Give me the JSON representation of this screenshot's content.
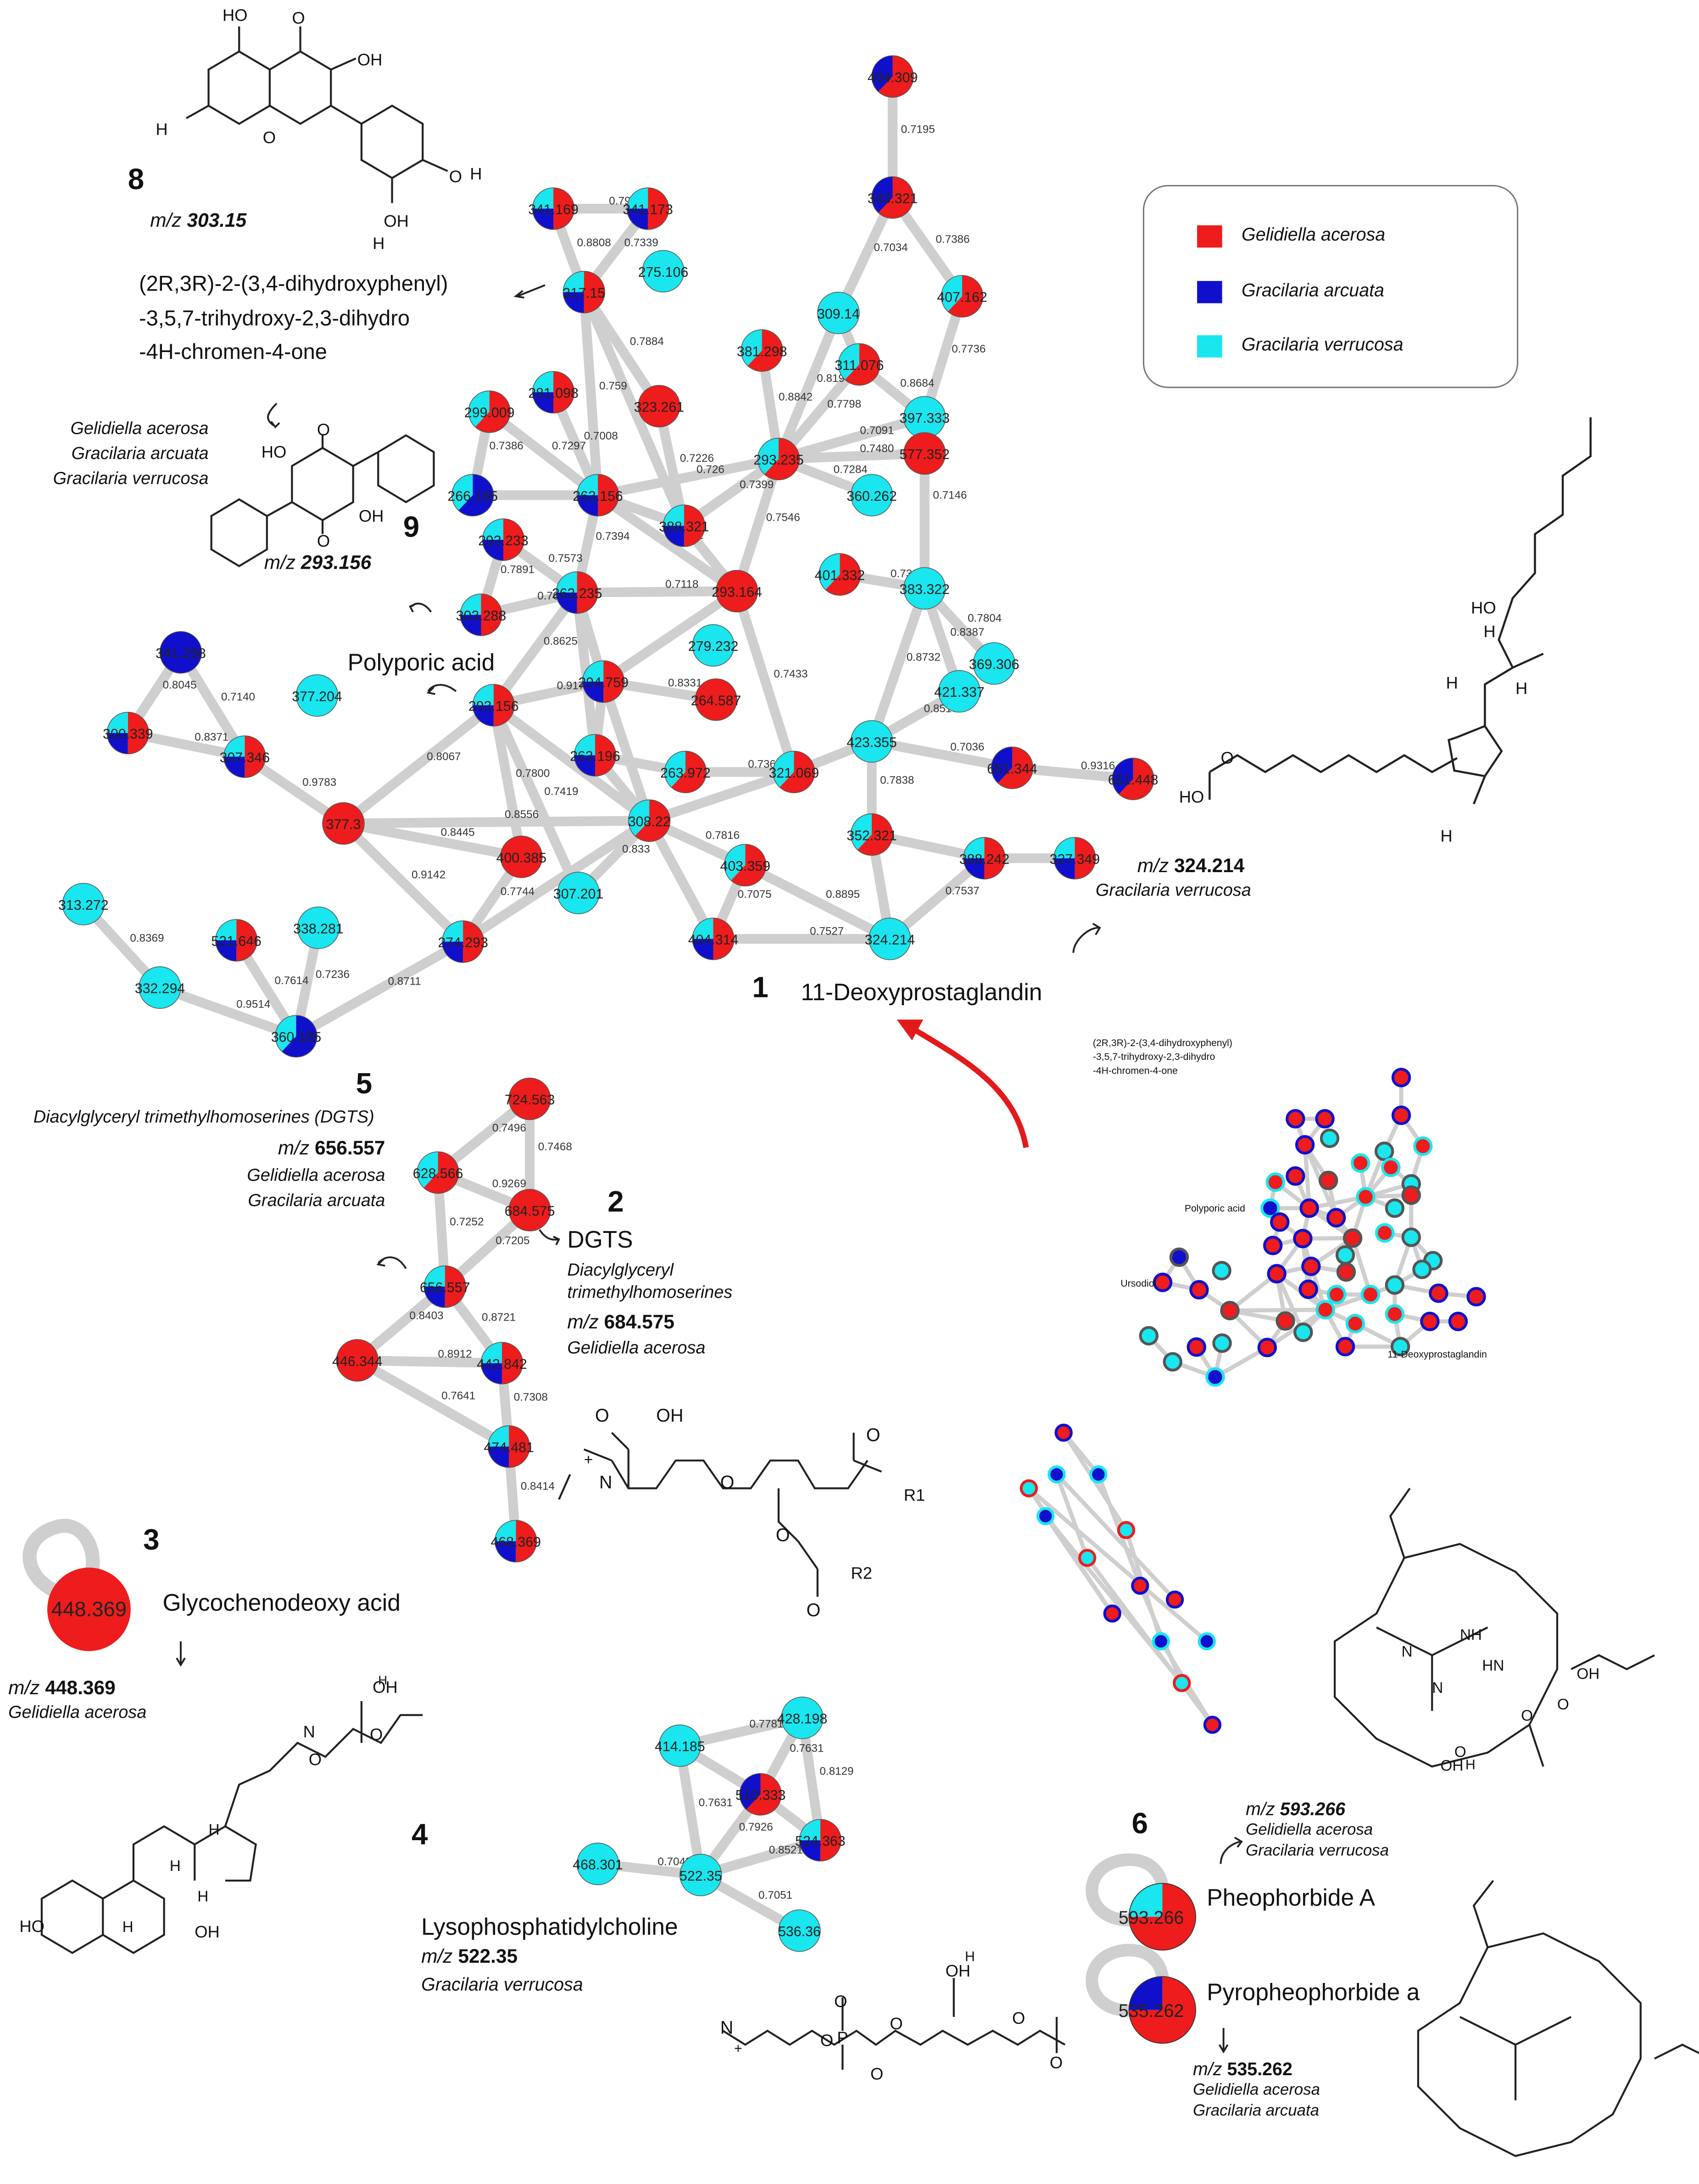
{
  "colors": {
    "gel": "#ee1c1c",
    "arc": "#1010cc",
    "ver": "#19e6ee",
    "edge": "#cfcfcf",
    "arrow": "#e31a1c"
  },
  "legend": [
    {
      "label": "Gelidiella acerosa",
      "color": "#ee1c1c"
    },
    {
      "label": "Gracilaria arcuata",
      "color": "#1010cc"
    },
    {
      "label": "Gracilaria verrucosa",
      "color": "#19e6ee"
    }
  ],
  "annotations": {
    "c8": {
      "num": "8",
      "mz_prefix": "m/z",
      "mz": "303.15",
      "name_lines": [
        "(2R,3R)-2-(3,4-dihydroxyphenyl)",
        "-3,5,7-trihydroxy-2,3-dihydro",
        "-4H-chromen-4-one"
      ],
      "species": [
        "Gelidiella acerosa",
        "Gracilaria arcuata",
        "Gracilaria verrucosa"
      ]
    },
    "c9": {
      "num": "9",
      "mz_prefix": "m/z",
      "mz": "293.156",
      "name": "Polyporic acid"
    },
    "c1": {
      "num": "1",
      "name": "11-Deoxyprostaglandin",
      "mz_prefix": "m/z",
      "mz": "324.214",
      "species": [
        "Gracilaria verrucosa"
      ]
    },
    "c5": {
      "num": "5",
      "title": "Diacylglyceryl trimethylhomoserines (DGTS)",
      "mz_prefix": "m/z",
      "mz": "656.557",
      "species": [
        "Gelidiella acerosa",
        "Gracilaria arcuata"
      ]
    },
    "c2": {
      "num": "2",
      "name": "DGTS",
      "sub": [
        "Diacylglyceryl",
        "trimethylhomoserines"
      ],
      "mz_prefix": "m/z",
      "mz": "684.575",
      "species": [
        "Gelidiella acerosa"
      ]
    },
    "c3": {
      "num": "3",
      "node": "448.369",
      "name": "Glycochenodeoxy acid",
      "mz_prefix": "m/z",
      "mz": "448.369",
      "species": [
        "Gelidiella acerosa"
      ]
    },
    "c4": {
      "num": "4",
      "name": "Lysophosphatidylcholine",
      "mz_prefix": "m/z",
      "mz": "522.35",
      "species": [
        "Gracilaria verrucosa"
      ]
    },
    "c6": {
      "num": "6",
      "node1": "593.266",
      "name1": "Pheophorbide A",
      "mz1_prefix": "m/z",
      "mz1": "593.266",
      "species1": [
        "Gelidiella acerosa",
        "Gracilaria verrucosa"
      ],
      "node2": "535.262",
      "name2": "Pyropheophorbide a",
      "mz2_prefix": "m/z",
      "mz2": "535.262",
      "species2": [
        "Gelidiella acerosa",
        "Gracilaria arcuata"
      ]
    },
    "overview": {
      "name_lines": [
        "(2R,3R)-2-(3,4-dihydroxyphenyl)",
        "-3,5,7-trihydroxy-2,3-dihydro",
        "-4H-chromen-4-one"
      ],
      "labels": [
        "Polyporic acid",
        "Ursodiol",
        "11-Deoxyprostaglandin"
      ]
    }
  },
  "structure_text": {
    "dgts": [
      "OH",
      "O",
      "N",
      "+",
      "O",
      "O",
      "R1",
      "O",
      "R2",
      "O"
    ],
    "lpc": [
      "O",
      "O",
      "P",
      "O",
      "O",
      "N",
      "+",
      "OH",
      "H",
      "O",
      "O"
    ],
    "flavanone": [
      "HO",
      "H",
      "O",
      "OH",
      "O",
      "H",
      "O",
      "OH",
      "H"
    ],
    "quinone": [
      "HO",
      "O",
      "O",
      "OH"
    ],
    "prostaglandin": [
      "HO",
      "H",
      "O",
      "H",
      "H",
      "HO",
      "H"
    ],
    "bile": [
      "OH",
      "O",
      "H",
      "N",
      "O",
      "H",
      "H",
      "H",
      "HO",
      "H",
      "OH"
    ],
    "chlorin": [
      "NH",
      "N",
      "N",
      "HN",
      "O",
      "OH",
      "O",
      "O",
      "OH",
      "H"
    ]
  },
  "network": {
    "nodes": [
      [
        "A1",
        "404.309",
        642,
        55,
        "GA",
        ""
      ],
      [
        "A2",
        "343.321",
        642,
        142,
        "GA",
        ""
      ],
      [
        "A3",
        "407.162",
        692,
        213,
        "GV",
        ""
      ],
      [
        "A4",
        "309.14",
        603,
        225,
        "V",
        ""
      ],
      [
        "A5",
        "311.076",
        618,
        262,
        "GV",
        ""
      ],
      [
        "A6",
        "397.333",
        665,
        300,
        "V",
        ""
      ],
      [
        "A7",
        "577.352",
        665,
        326,
        "G",
        ""
      ],
      [
        "A8",
        "360.262",
        627,
        356,
        "V",
        ""
      ],
      [
        "A9",
        "381.298",
        548,
        252,
        "GV",
        ""
      ],
      [
        "A10",
        "293.235",
        560,
        330,
        "GV",
        ""
      ],
      [
        "A11",
        "323.261",
        474,
        292,
        "G",
        ""
      ],
      [
        "A12",
        "275.106",
        477,
        195,
        "V",
        ""
      ],
      [
        "A13",
        "317.15",
        420,
        210,
        "GAV",
        ""
      ],
      [
        "A14",
        "341.169",
        398,
        150,
        "GAV",
        ""
      ],
      [
        "A15",
        "341.173",
        466,
        150,
        "GAV",
        ""
      ],
      [
        "A16",
        "281.098",
        398,
        282,
        "GAV",
        ""
      ],
      [
        "A17",
        "299.009",
        352,
        296,
        "GV",
        ""
      ],
      [
        "A18",
        "266.165",
        340,
        356,
        "AV",
        ""
      ],
      [
        "A19",
        "263.156",
        430,
        356,
        "GAV",
        ""
      ],
      [
        "A20",
        "388.321",
        492,
        378,
        "GAV",
        ""
      ],
      [
        "A21",
        "293.233",
        362,
        388,
        "GAV",
        ""
      ],
      [
        "A22",
        "303.288",
        346,
        442,
        "GAV",
        ""
      ],
      [
        "A23",
        "263.235",
        415,
        426,
        "GAV",
        ""
      ],
      [
        "A24",
        "293.164",
        530,
        425,
        "G",
        ""
      ],
      [
        "A25",
        "279.232",
        513,
        464,
        "V",
        ""
      ],
      [
        "A26",
        "401.332",
        604,
        413,
        "GV",
        ""
      ],
      [
        "A27",
        "383.322",
        665,
        423,
        "V",
        ""
      ],
      [
        "A28",
        "369.306",
        715,
        477,
        "V",
        ""
      ],
      [
        "A29",
        "421.337",
        690,
        497,
        "V",
        ""
      ],
      [
        "A30",
        "423.355",
        627,
        533,
        "V",
        ""
      ],
      [
        "A31",
        "264.587",
        515,
        503,
        "G",
        ""
      ],
      [
        "A32",
        "294.759",
        434,
        490,
        "GAV",
        ""
      ],
      [
        "A33",
        "293.156",
        355,
        507,
        "GAV",
        ""
      ],
      [
        "A34",
        "341.298",
        130,
        469,
        "A",
        ""
      ],
      [
        "A35",
        "377.204",
        228,
        500,
        "V",
        ""
      ],
      [
        "A36",
        "300.339",
        92,
        527,
        "GAV",
        ""
      ],
      [
        "A37",
        "307.346",
        176,
        544,
        "GAV",
        ""
      ],
      [
        "A38",
        "377.3",
        247,
        592,
        "G",
        ""
      ],
      [
        "A39",
        "263.196",
        428,
        543,
        "GAV",
        ""
      ],
      [
        "A40",
        "263.972",
        493,
        555,
        "GV",
        ""
      ],
      [
        "A41",
        "321.069",
        571,
        555,
        "GV",
        ""
      ],
      [
        "A42",
        "308.22",
        467,
        590,
        "GV",
        ""
      ],
      [
        "A43",
        "400.385",
        375,
        616,
        "G",
        ""
      ],
      [
        "A44",
        "352.321",
        627,
        600,
        "GV",
        ""
      ],
      [
        "A45",
        "651.344",
        728,
        552,
        "GA",
        ""
      ],
      [
        "A46",
        "651.448",
        815,
        560,
        "GA",
        ""
      ],
      [
        "A47",
        "388.242",
        708,
        617,
        "GAV",
        ""
      ],
      [
        "A48",
        "327.349",
        773,
        617,
        "GAV",
        ""
      ],
      [
        "A49",
        "403.359",
        536,
        622,
        "GV",
        ""
      ],
      [
        "A50",
        "307.201",
        416,
        642,
        "V",
        ""
      ],
      [
        "A51",
        "404.314",
        513,
        675,
        "GAV",
        ""
      ],
      [
        "A52",
        "324.214",
        640,
        675,
        "V",
        ""
      ],
      [
        "A53",
        "313.272",
        60,
        650,
        "V",
        ""
      ],
      [
        "A54",
        "521.646",
        170,
        676,
        "GAV",
        ""
      ],
      [
        "A55",
        "338.281",
        229,
        667,
        "V",
        ""
      ],
      [
        "A56",
        "332.294",
        115,
        710,
        "V",
        ""
      ],
      [
        "A57",
        "274.293",
        333,
        677,
        "GAV",
        ""
      ],
      [
        "A58",
        "360.185",
        213,
        745,
        "AV",
        ""
      ],
      [
        "B1",
        "724.563",
        381,
        790,
        "G",
        ""
      ],
      [
        "B2",
        "628.566",
        315,
        843,
        "GV",
        ""
      ],
      [
        "B3",
        "684.575",
        381,
        870,
        "G",
        ""
      ],
      [
        "B4",
        "656.557",
        320,
        925,
        "GAV",
        ""
      ],
      [
        "B5",
        "446.344",
        257,
        978,
        "G",
        ""
      ],
      [
        "B6",
        "442.842",
        361,
        980,
        "GAV",
        ""
      ],
      [
        "B7",
        "474.481",
        366,
        1040,
        "GAV",
        ""
      ],
      [
        "B8",
        "468.369",
        371,
        1108,
        "GAV",
        ""
      ],
      [
        "D1",
        "414.185",
        489,
        1255,
        "V",
        ""
      ],
      [
        "D2",
        "428.198",
        577,
        1235,
        "V",
        ""
      ],
      [
        "D3",
        "510.333",
        547,
        1290,
        "GA",
        ""
      ],
      [
        "D4",
        "524.363",
        590,
        1323,
        "GAV",
        ""
      ],
      [
        "D5",
        "468.301",
        430,
        1340,
        "V",
        ""
      ],
      [
        "D6",
        "522.35",
        504,
        1348,
        "V",
        ""
      ],
      [
        "D7",
        "536.36",
        575,
        1388,
        "V",
        ""
      ]
    ],
    "edges": [
      [
        "A1",
        "A2",
        "0.7195"
      ],
      [
        "A2",
        "A3",
        "0.7386"
      ],
      [
        "A2",
        "A4",
        "0.7034"
      ],
      [
        "A3",
        "A6",
        "0.7736"
      ],
      [
        "A4",
        "A5",
        ""
      ],
      [
        "A5",
        "A6",
        "0.8684"
      ],
      [
        "A5",
        "A10",
        "0.7798"
      ],
      [
        "A4",
        "A10",
        "0.8197"
      ],
      [
        "A9",
        "A10",
        "0.8842"
      ],
      [
        "A10",
        "A6",
        "0.7091"
      ],
      [
        "A10",
        "A7",
        "0.7480"
      ],
      [
        "A10",
        "A8",
        "0.7284"
      ],
      [
        "A10",
        "A20",
        "0.7399"
      ],
      [
        "A10",
        "A19",
        "0.726"
      ],
      [
        "A10",
        "A24",
        "0.7546"
      ],
      [
        "A14",
        "A15",
        "0.7915"
      ],
      [
        "A14",
        "A13",
        "0.8808"
      ],
      [
        "A15",
        "A13",
        "0.7339"
      ],
      [
        "A13",
        "A11",
        "0.7884"
      ],
      [
        "A13",
        "A19",
        "0.759"
      ],
      [
        "A13",
        "A20",
        ""
      ],
      [
        "A16",
        "A19",
        "0.7008"
      ],
      [
        "A17",
        "A19",
        "0.7297"
      ],
      [
        "A18",
        "A19",
        ""
      ],
      [
        "A17",
        "A18",
        "0.7386"
      ],
      [
        "A11",
        "A20",
        "0.7226"
      ],
      [
        "A19",
        "A20",
        ""
      ],
      [
        "A19",
        "A23",
        "0.7394"
      ],
      [
        "A19",
        "A24",
        "0.772"
      ],
      [
        "A21",
        "A23",
        "0.7573"
      ],
      [
        "A22",
        "A23",
        "0.7632"
      ],
      [
        "A21",
        "A22",
        "0.7891"
      ],
      [
        "A23",
        "A24",
        "0.7118"
      ],
      [
        "A20",
        "A24",
        ""
      ],
      [
        "A23",
        "A33",
        "0.8625"
      ],
      [
        "A23",
        "A32",
        ""
      ],
      [
        "A23",
        "A39",
        ""
      ],
      [
        "A24",
        "A32",
        ""
      ],
      [
        "A24",
        "A41",
        "0.7433"
      ],
      [
        "A26",
        "A27",
        "0.7332"
      ],
      [
        "A6",
        "A27",
        "0.7146"
      ],
      [
        "A27",
        "A28",
        "0.7804"
      ],
      [
        "A27",
        "A29",
        "0.8387"
      ],
      [
        "A27",
        "A30",
        "0.8732"
      ],
      [
        "A29",
        "A30",
        "0.8516"
      ],
      [
        "A30",
        "A45",
        "0.7036"
      ],
      [
        "A45",
        "A46",
        "0.9316"
      ],
      [
        "A30",
        "A41",
        ""
      ],
      [
        "A30",
        "A44",
        "0.7838"
      ],
      [
        "A32",
        "A33",
        "0.9173"
      ],
      [
        "A32",
        "A31",
        "0.8331"
      ],
      [
        "A32",
        "A39",
        ""
      ],
      [
        "A32",
        "A42",
        ""
      ],
      [
        "A33",
        "A38",
        "0.8067"
      ],
      [
        "A33",
        "A42",
        ""
      ],
      [
        "A33",
        "A43",
        "0.7800"
      ],
      [
        "A33",
        "A50",
        "0.7419"
      ],
      [
        "A39",
        "A40",
        ""
      ],
      [
        "A39",
        "A42",
        ""
      ],
      [
        "A40",
        "A41",
        "0.7368"
      ],
      [
        "A41",
        "A42",
        ""
      ],
      [
        "A42",
        "A49",
        "0.7816"
      ],
      [
        "A42",
        "A51",
        ""
      ],
      [
        "A38",
        "A42",
        "0.8556"
      ],
      [
        "A38",
        "A43",
        "0.8445"
      ],
      [
        "A38",
        "A57",
        "0.9142"
      ],
      [
        "A38",
        "A37",
        "0.9783"
      ],
      [
        "A34",
        "A37",
        "0.7140"
      ],
      [
        "A34",
        "A36",
        "0.8045"
      ],
      [
        "A36",
        "A37",
        "0.8371"
      ],
      [
        "A43",
        "A57",
        "0.7744"
      ],
      [
        "A42",
        "A50",
        "0.833"
      ],
      [
        "A49",
        "A52",
        "0.8895"
      ],
      [
        "A49",
        "A51",
        "0.7075"
      ],
      [
        "A51",
        "A52",
        "0.7527"
      ],
      [
        "A44",
        "A52",
        ""
      ],
      [
        "A44",
        "A47",
        ""
      ],
      [
        "A47",
        "A48",
        ""
      ],
      [
        "A47",
        "A52",
        "0.7537"
      ],
      [
        "A57",
        "A58",
        "0.8711"
      ],
      [
        "A54",
        "A58",
        "0.7614"
      ],
      [
        "A55",
        "A58",
        "0.7236"
      ],
      [
        "A56",
        "A58",
        "0.9514"
      ],
      [
        "A53",
        "A56",
        "0.8369"
      ],
      [
        "A57",
        "A42",
        ""
      ],
      [
        "B1",
        "B2",
        "0.7496"
      ],
      [
        "B1",
        "B3",
        "0.7468"
      ],
      [
        "B2",
        "B3",
        "0.9269"
      ],
      [
        "B2",
        "B4",
        "0.7252"
      ],
      [
        "B3",
        "B4",
        "0.7205"
      ],
      [
        "B4",
        "B5",
        "0.8403"
      ],
      [
        "B4",
        "B6",
        "0.8721"
      ],
      [
        "B5",
        "B6",
        "0.8912"
      ],
      [
        "B5",
        "B7",
        "0.7641"
      ],
      [
        "B6",
        "B7",
        "0.7308"
      ],
      [
        "B7",
        "B8",
        "0.8414"
      ],
      [
        "D1",
        "D2",
        "0.7781"
      ],
      [
        "D1",
        "D3",
        ""
      ],
      [
        "D2",
        "D3",
        "0.7631"
      ],
      [
        "D2",
        "D4",
        "0.8129"
      ],
      [
        "D3",
        "D4",
        ""
      ],
      [
        "D1",
        "D6",
        "0.7631"
      ],
      [
        "D3",
        "D6",
        "0.7926"
      ],
      [
        "D4",
        "D6",
        "0.8521"
      ],
      [
        "D5",
        "D6",
        "0.7048"
      ],
      [
        "D6",
        "D7",
        "0.7051"
      ]
    ]
  }
}
